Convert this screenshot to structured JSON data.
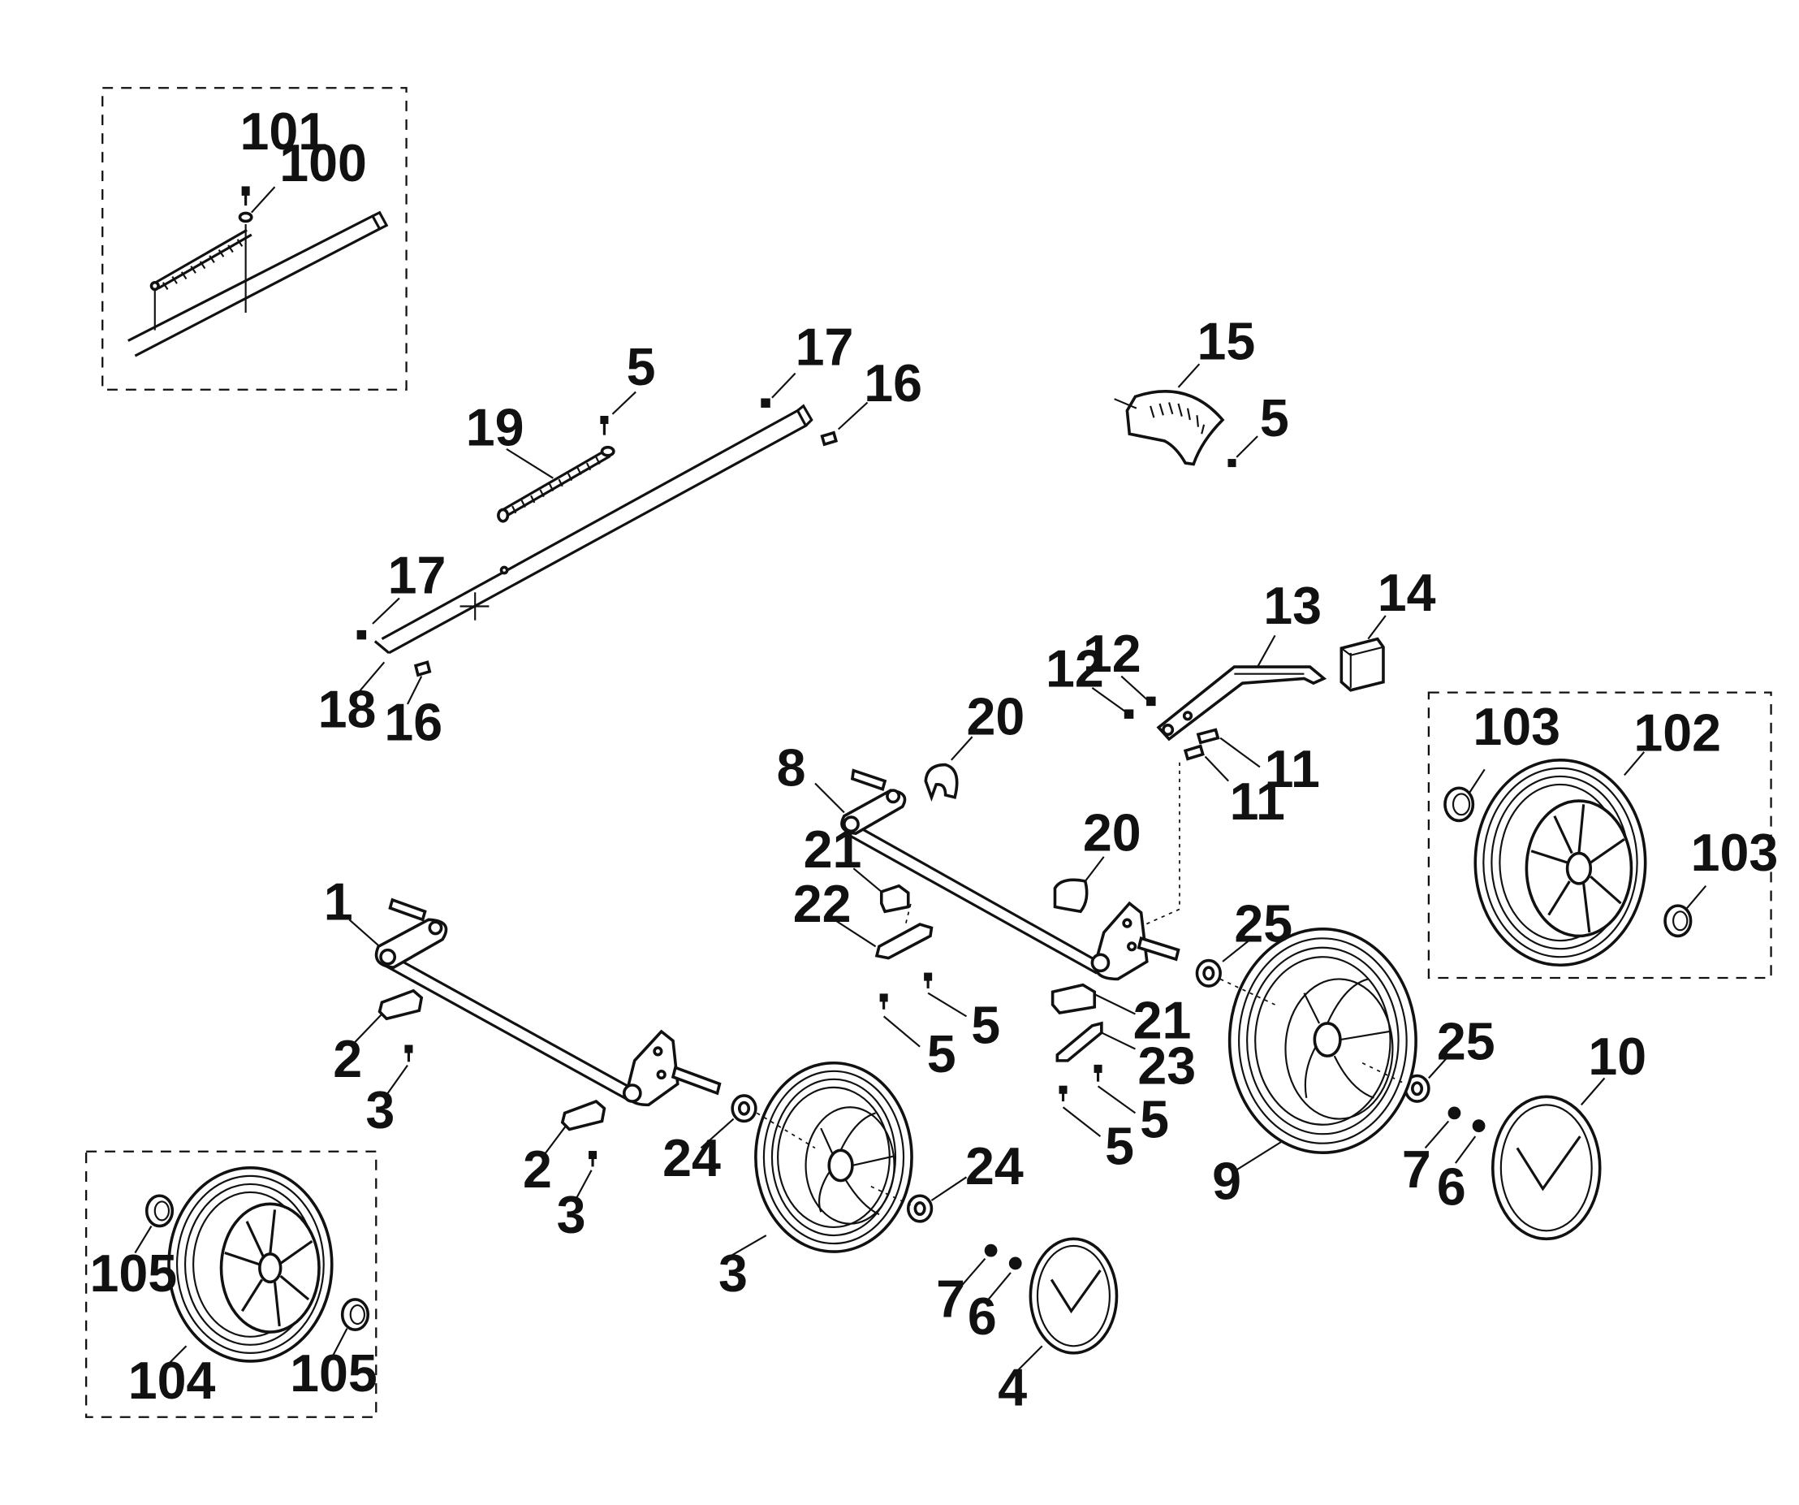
{
  "diagram": {
    "labels": [
      {
        "id": "lbl-101",
        "text": "101"
      },
      {
        "id": "lbl-100",
        "text": "100"
      },
      {
        "id": "lbl-17a",
        "text": "17"
      },
      {
        "id": "lbl-5a",
        "text": "5"
      },
      {
        "id": "lbl-16a",
        "text": "16"
      },
      {
        "id": "lbl-19",
        "text": "19"
      },
      {
        "id": "lbl-15",
        "text": "15"
      },
      {
        "id": "lbl-5b",
        "text": "5"
      },
      {
        "id": "lbl-17b",
        "text": "17"
      },
      {
        "id": "lbl-18",
        "text": "18"
      },
      {
        "id": "lbl-16b",
        "text": "16"
      },
      {
        "id": "lbl-13",
        "text": "13"
      },
      {
        "id": "lbl-14",
        "text": "14"
      },
      {
        "id": "lbl-12a",
        "text": "12"
      },
      {
        "id": "lbl-12b",
        "text": "12"
      },
      {
        "id": "lbl-11a",
        "text": "11"
      },
      {
        "id": "lbl-11b",
        "text": "11"
      },
      {
        "id": "lbl-103a",
        "text": "103"
      },
      {
        "id": "lbl-102",
        "text": "102"
      },
      {
        "id": "lbl-103b",
        "text": "103"
      },
      {
        "id": "lbl-20a",
        "text": "20"
      },
      {
        "id": "lbl-8",
        "text": "8"
      },
      {
        "id": "lbl-21a",
        "text": "21"
      },
      {
        "id": "lbl-20b",
        "text": "20"
      },
      {
        "id": "lbl-22",
        "text": "22"
      },
      {
        "id": "lbl-1",
        "text": "1"
      },
      {
        "id": "lbl-25a",
        "text": "25"
      },
      {
        "id": "lbl-21b",
        "text": "21"
      },
      {
        "id": "lbl-5c",
        "text": "5"
      },
      {
        "id": "lbl-5d",
        "text": "5"
      },
      {
        "id": "lbl-23",
        "text": "23"
      },
      {
        "id": "lbl-25b",
        "text": "25"
      },
      {
        "id": "lbl-10",
        "text": "10"
      },
      {
        "id": "lbl-2a",
        "text": "2"
      },
      {
        "id": "lbl-3a",
        "text": "3"
      },
      {
        "id": "lbl-5e",
        "text": "5"
      },
      {
        "id": "lbl-5f",
        "text": "5"
      },
      {
        "id": "lbl-24a",
        "text": "24"
      },
      {
        "id": "lbl-2b",
        "text": "2"
      },
      {
        "id": "lbl-24b",
        "text": "24"
      },
      {
        "id": "lbl-3b",
        "text": "3"
      },
      {
        "id": "lbl-9",
        "text": "9"
      },
      {
        "id": "lbl-7a",
        "text": "7"
      },
      {
        "id": "lbl-6a",
        "text": "6"
      },
      {
        "id": "lbl-105a",
        "text": "105"
      },
      {
        "id": "lbl-3c",
        "text": "3"
      },
      {
        "id": "lbl-7b",
        "text": "7"
      },
      {
        "id": "lbl-6b",
        "text": "6"
      },
      {
        "id": "lbl-104",
        "text": "104"
      },
      {
        "id": "lbl-105b",
        "text": "105"
      },
      {
        "id": "lbl-4",
        "text": "4"
      }
    ]
  }
}
